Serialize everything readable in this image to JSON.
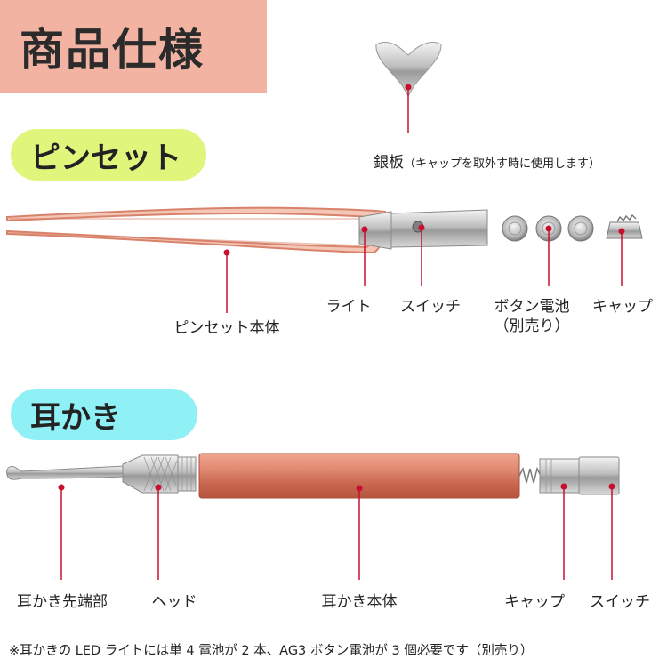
{
  "title": "商品仕様",
  "tweezers": {
    "section_label": "ピンセット",
    "silver_plate_label": "銀板",
    "silver_plate_note": "（キャップを取外す時に使用します）",
    "label_body": "ピンセット本体",
    "label_light": "ライト",
    "label_switch": "スイッチ",
    "label_battery": "ボタン電池",
    "label_battery_note": "（別売り）",
    "label_cap": "キャップ"
  },
  "earpick": {
    "section_label": "耳かき",
    "label_tip": "耳かき先端部",
    "label_head": "ヘッド",
    "label_body": "耳かき本体",
    "label_cap": "キャップ",
    "label_switch": "スイッチ"
  },
  "footnote": "※耳かきの LED ライトには単 4 電池が 2 本、AG3 ボタン電池が 3 個必要です（別売り）",
  "colors": {
    "title_band": "#f2b3a3",
    "pill_green": "#dff57c",
    "pill_blue": "#8ff0f6",
    "rose_gold": "#d9826b",
    "leader": "#c8102e"
  }
}
